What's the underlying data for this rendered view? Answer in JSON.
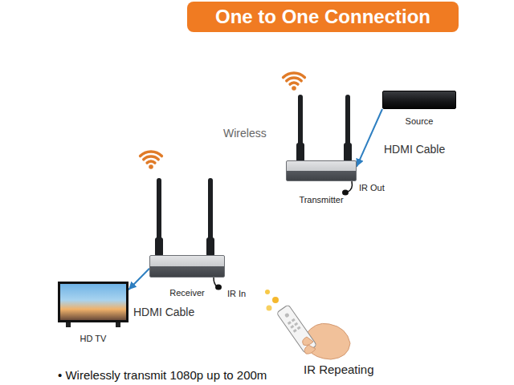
{
  "diagram": {
    "title": "One to One Connection",
    "nodes": [
      {
        "text": [
          "Source"
        ]
      },
      {
        "text": [
          "Transmitter"
        ]
      },
      {
        "text": [
          "Receiver"
        ]
      },
      {
        "text": [
          "HD TV"
        ]
      }
    ],
    "edges": [
      {
        "from": 0,
        "to": 1,
        "label": "HDMI Cable",
        "arrow": "to"
      },
      {
        "from": 2,
        "to": 3,
        "label": "HDMI Cable",
        "arrow": "to"
      }
    ],
    "labels": [
      "Wireless",
      "IR Out",
      "IR In",
      "IR Repeating",
      "• Wirelessly transmit 1080p up to 200m"
    ]
  }
}
